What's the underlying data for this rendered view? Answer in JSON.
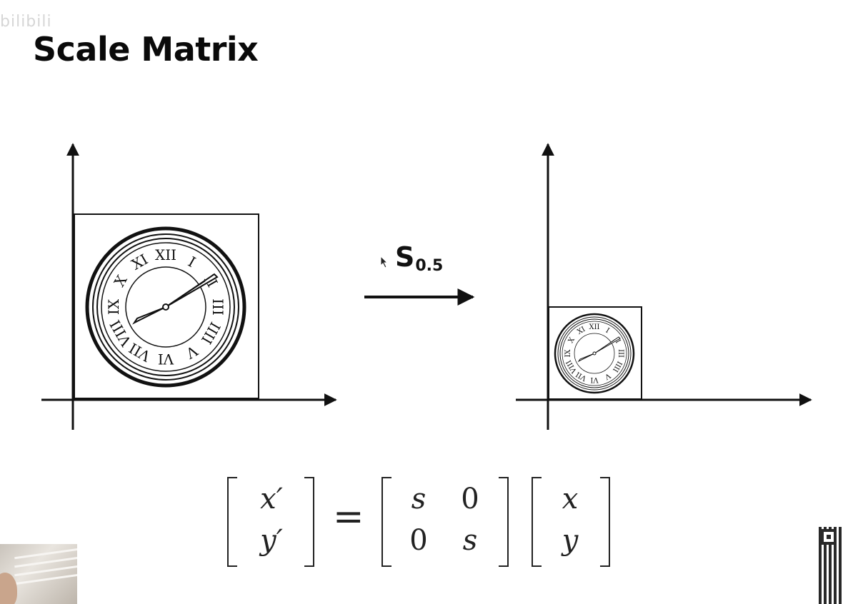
{
  "slide": {
    "title": "Scale Matrix",
    "watermark": "bilibili"
  },
  "transform_label": {
    "symbol": "S",
    "subscript": "0.5"
  },
  "equation": {
    "lhs": [
      "x′",
      "y′"
    ],
    "equals": "=",
    "matrix": [
      [
        "s",
        "0"
      ],
      [
        "0",
        "s"
      ]
    ],
    "rhs": [
      "x",
      "y"
    ]
  },
  "icons": [
    "cursor-icon",
    "clock-icon",
    "qr-code-icon"
  ],
  "colors": {
    "ink": "#111111",
    "background": "#ffffff"
  }
}
